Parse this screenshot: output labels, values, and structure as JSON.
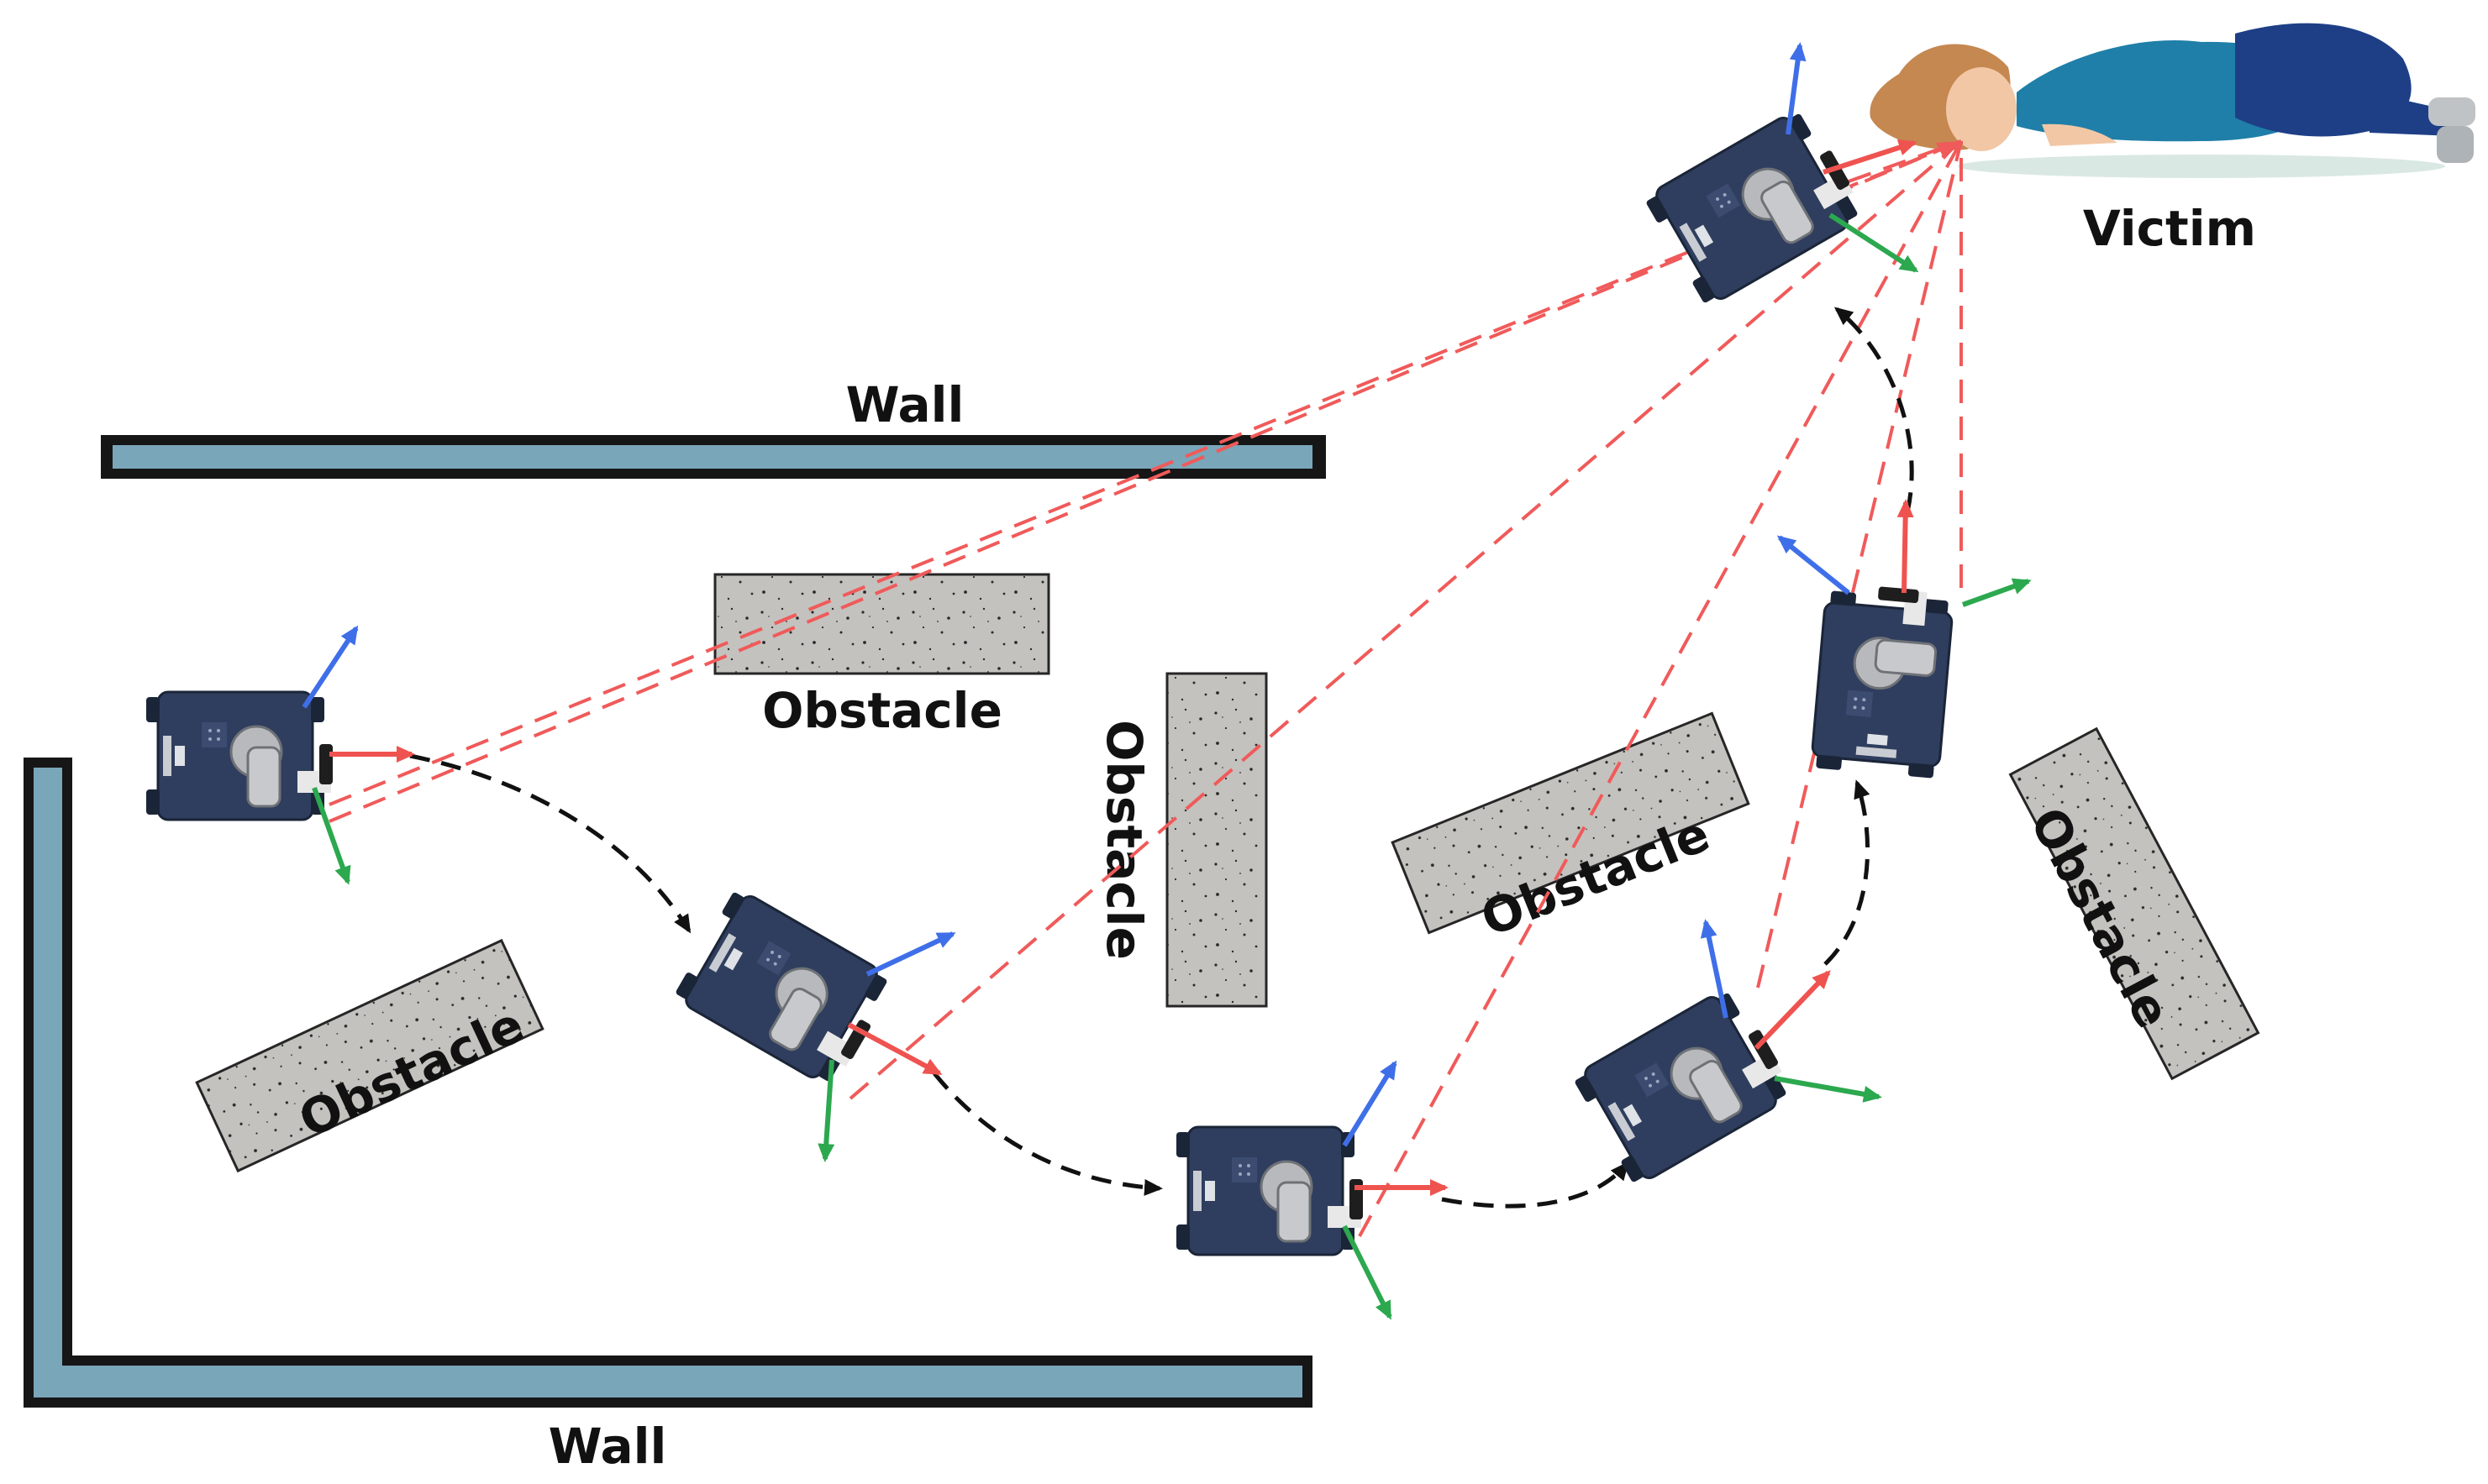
{
  "labels": {
    "wall_top": "Wall",
    "wall_bottom": "Wall",
    "victim": "Victim",
    "obstacle_1": "Obstacle",
    "obstacle_2": "Obstacle",
    "obstacle_3": "Obstacle",
    "obstacle_4": "Obstacle",
    "obstacle_5": "Obstacle"
  },
  "colors": {
    "wall_fill": "#7aa6ba",
    "wall_border": "#161616",
    "obstacle_fill": "#c4c2be",
    "robot_body": "#2f3e5e",
    "axis_x": "#ef5350",
    "axis_y": "#2ca84f",
    "axis_z": "#3f6fe8",
    "sight_line": "#f05a5a",
    "path_line": "#111111",
    "victim_shirt": "#1f7fa8",
    "victim_pants": "#1e3f86",
    "victim_hair": "#c58850"
  }
}
